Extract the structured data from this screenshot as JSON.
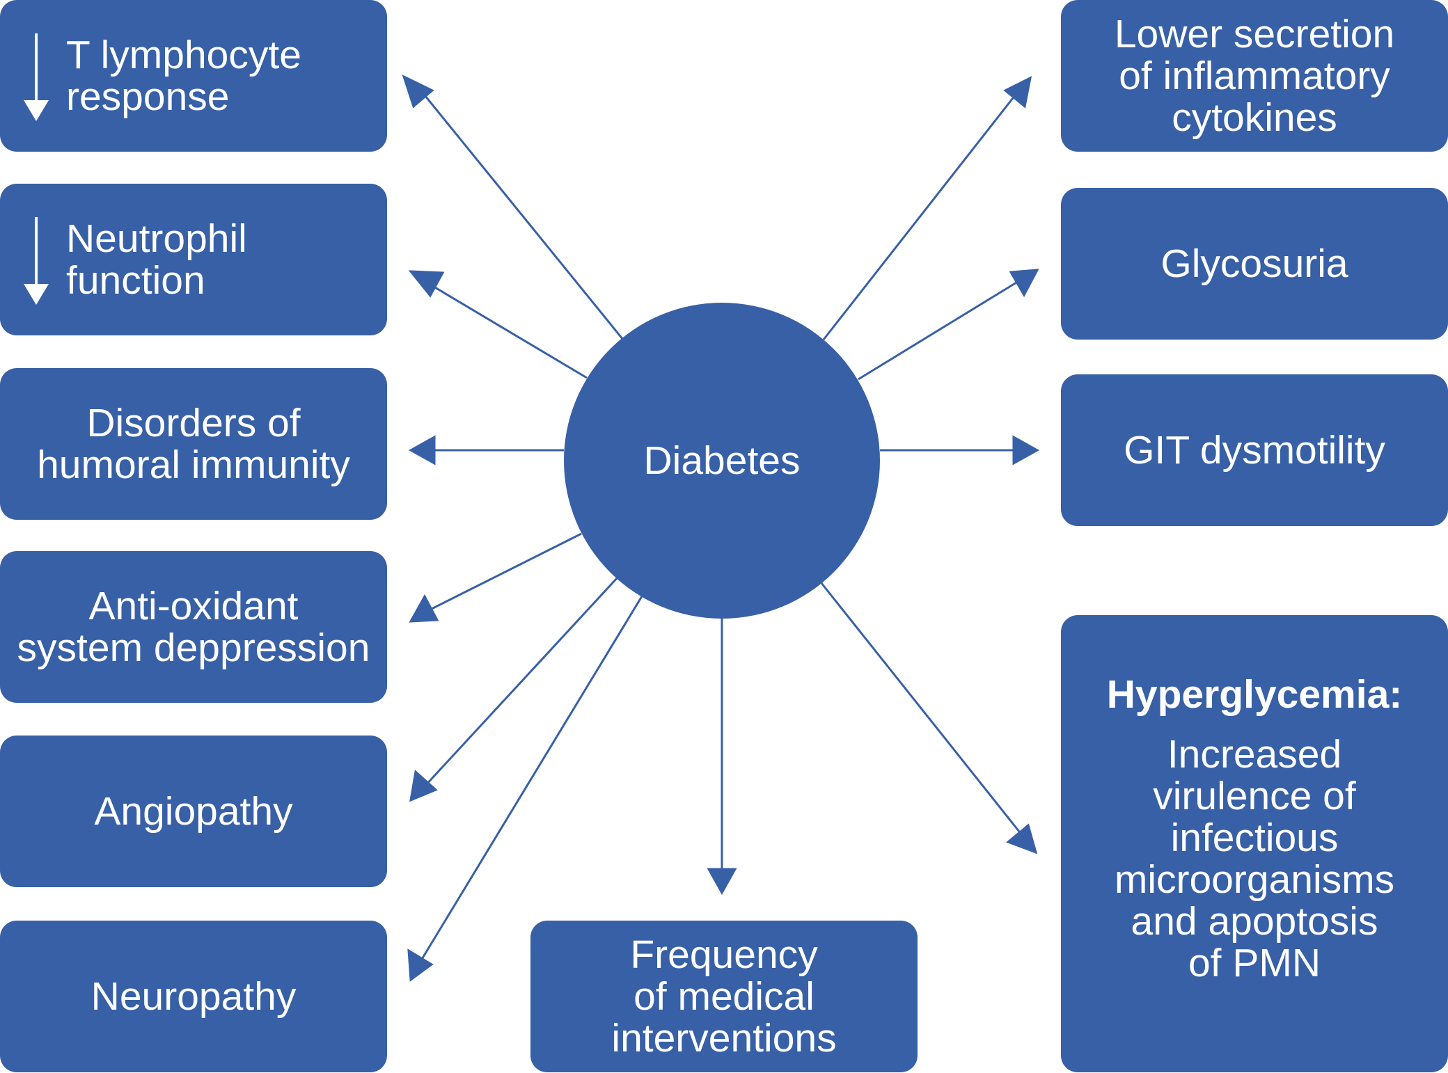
{
  "colors": {
    "box": "#3760A7",
    "text": "#FFFFFF",
    "arrow": "#3760A7",
    "background": "#FFFFFF"
  },
  "center": {
    "label": "Diabetes"
  },
  "left_boxes": [
    {
      "label": "T lymphocyte\nresponse",
      "icon": "down-arrow-icon"
    },
    {
      "label": "Neutrophil\nfunction",
      "icon": "down-arrow-icon"
    },
    {
      "label": "Disorders of\nhumoral immunity"
    },
    {
      "label": "Anti-oxidant\nsystem deppression"
    },
    {
      "label": "Angiopathy"
    },
    {
      "label": "Neuropathy"
    }
  ],
  "bottom_box": {
    "label": "Frequency\nof medical\ninterventions"
  },
  "right_boxes": [
    {
      "label": "Lower secretion\nof inflammatory\ncytokines"
    },
    {
      "label": "Glycosuria"
    },
    {
      "label": "GIT dysmotility"
    }
  ],
  "hyperglycemia_box": {
    "title": "Hyperglycemia:",
    "body": "Increased\nvirulence of\ninfectious\nmicroorganisms\nand apoptosis\nof PMN"
  }
}
